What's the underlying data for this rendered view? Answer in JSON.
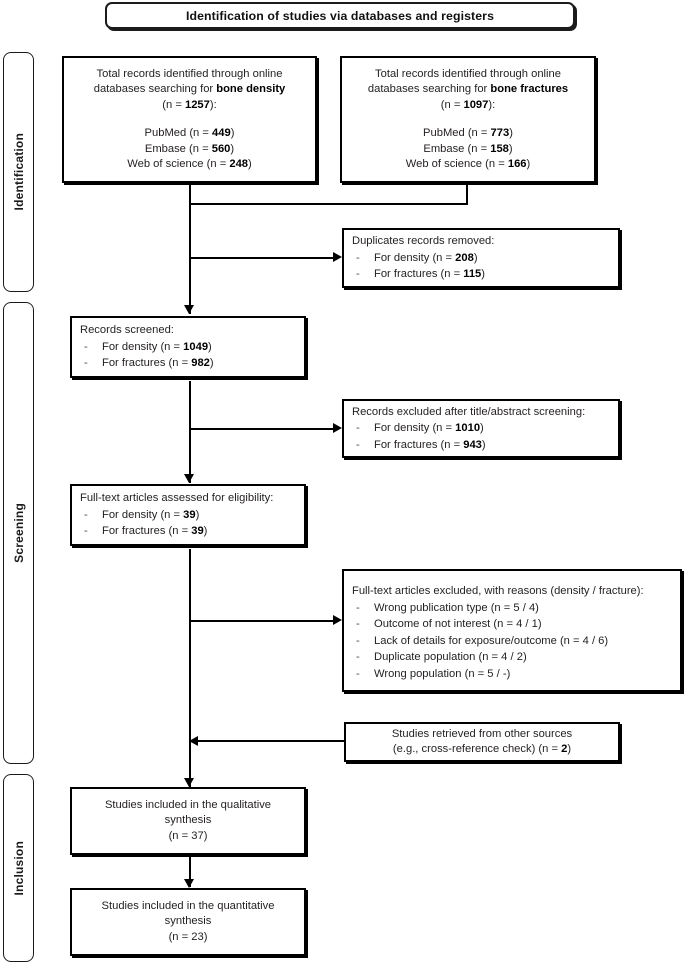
{
  "title": "Identification of studies via databases and registers",
  "phases": [
    {
      "id": "identification",
      "label": "Identification"
    },
    {
      "id": "screening",
      "label": "Screening"
    },
    {
      "id": "inclusion",
      "label": "Inclusion"
    }
  ],
  "boxes": {
    "records_density": {
      "lines": [
        "Total records identified through online",
        "databases searching for ",
        "(n = ",
        "PubMed (n = ",
        "Embase (n = ",
        "Web of science (n = "
      ],
      "l1": "Total records identified through online",
      "l2_pre": "databases searching for ",
      "l2_bold": "bone density",
      "l3_pre": "(n = ",
      "l3_bold": "1257",
      "l3_post": "):",
      "src1_pre": "PubMed (n = ",
      "src1_bold": "449",
      "src1_post": ")",
      "src2_pre": "Embase (n = ",
      "src2_bold": "560",
      "src2_post": ")",
      "src3_pre": "Web of science (n = ",
      "src3_bold": "248",
      "src3_post": ")"
    },
    "records_fractures": {
      "l1": "Total records identified through online",
      "l2_pre": "databases searching for ",
      "l2_bold": "bone fractures",
      "l3_pre": "(n = ",
      "l3_bold": "1097",
      "l3_post": "):",
      "src1_pre": "PubMed (n = ",
      "src1_bold": "773",
      "src1_post": ")",
      "src2_pre": "Embase (n = ",
      "src2_bold": "158",
      "src2_post": ")",
      "src3_pre": "Web of science (n = ",
      "src3_bold": "166",
      "src3_post": ")"
    },
    "duplicates": {
      "header": "Duplicates records removed:",
      "item1_pre": "For density (n = ",
      "item1_bold": "208",
      "item1_post": ")",
      "item2_pre": "For fractures (n = ",
      "item2_bold": "115",
      "item2_post": ")"
    },
    "screened": {
      "header": "Records screened:",
      "item1_pre": "For density (n = ",
      "item1_bold": "1049",
      "item1_post": ")",
      "item2_pre": "For fractures (n = ",
      "item2_bold": "982",
      "item2_post": ")"
    },
    "excluded_title_abstract": {
      "header": "Records excluded after title/abstract screening:",
      "item1_pre": "For density (n = ",
      "item1_bold": "1010",
      "item1_post": ")",
      "item2_pre": "For fractures (n = ",
      "item2_bold": "943",
      "item2_post": ")"
    },
    "fulltext_assessed": {
      "header": "Full-text articles assessed for eligibility:",
      "item1_pre": "For density (n = ",
      "item1_bold": "39",
      "item1_post": ")",
      "item2_pre": "For fractures (n = ",
      "item2_bold": "39",
      "item2_post": ")"
    },
    "fulltext_excluded": {
      "header": "Full-text articles excluded, with reasons (density / fracture):",
      "reasons": [
        "Wrong publication type (n = 5 / 4)",
        "Outcome of not interest (n = 4 / 1)",
        "Lack of details for exposure/outcome (n = 4 / 6)",
        "Duplicate population (n = 4 / 2)",
        "Wrong population (n = 5 / -)"
      ]
    },
    "other_sources": {
      "l1": "Studies retrieved from other sources",
      "l2_pre": "(e.g., cross-reference check) (n = ",
      "l2_bold": "2",
      "l2_post": ")"
    },
    "qualitative": {
      "l1": "Studies included in the qualitative",
      "l2": "synthesis",
      "l3": "(n = 37)"
    },
    "quantitative": {
      "l1": "Studies included in the quantitative",
      "l2": "synthesis",
      "l3": "(n = 23)"
    }
  },
  "colors": {
    "line": "#000000",
    "text": "#231f20",
    "border": "#000000"
  }
}
